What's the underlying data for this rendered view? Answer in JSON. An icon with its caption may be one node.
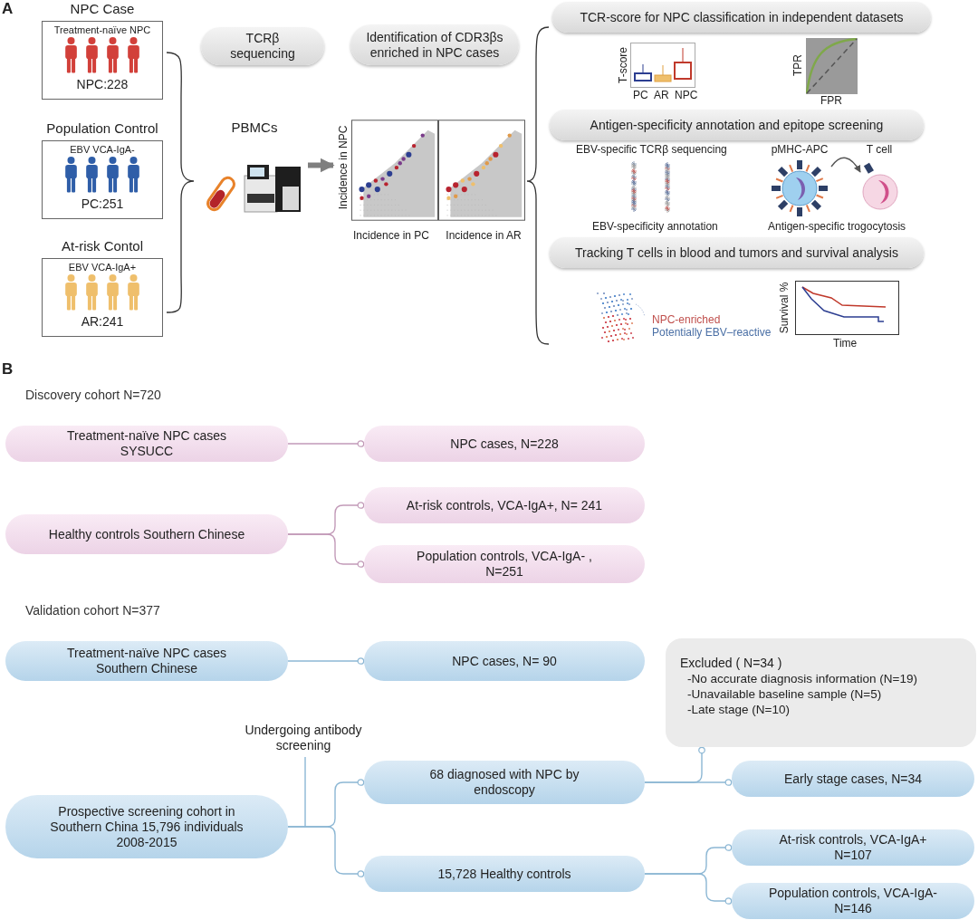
{
  "diagram": {
    "nodes": [
      {
        "text": [
          "NPC Case",
          "Treatment-naïve NPC",
          "NPC:228"
        ]
      },
      {
        "text": [
          "Population Control",
          "EBV VCA-IgA-",
          "PC:251"
        ]
      },
      {
        "text": [
          "At-risk Contol",
          "EBV VCA-IgA+",
          "AR:241"
        ]
      },
      {
        "text": [
          "TCRβ sequencing"
        ]
      },
      {
        "text": [
          "Identification of CDR3βs enriched in NPC cases"
        ]
      },
      {
        "text": [
          "PBMCs"
        ]
      },
      {
        "text": [
          "Incidence in NPC",
          "Incidence in PC",
          "Incidence in AR"
        ]
      },
      {
        "text": [
          "TCR-score for NPC classification in independent datasets"
        ]
      },
      {
        "text": [
          "Antigen-specificity annotation and epitope screening"
        ]
      },
      {
        "text": [
          "Tracking T cells in blood and tumors and survival analysis"
        ]
      },
      {
        "text": [
          "pMHC-APC"
        ]
      },
      {
        "text": [
          "T cell"
        ]
      },
      {
        "text": [
          "Treatment-naïve NPC cases SYSUCC"
        ]
      },
      {
        "text": [
          "NPC cases, N=228"
        ]
      },
      {
        "text": [
          "Healthy controls Southern Chinese"
        ]
      },
      {
        "text": [
          "At-risk controls, VCA-IgA+, N= 241"
        ]
      },
      {
        "text": [
          "Population controls, VCA-IgA- , N=251"
        ]
      },
      {
        "text": [
          "Treatment-naïve NPC cases Southern Chinese"
        ]
      },
      {
        "text": [
          "NPC cases, N= 90"
        ]
      },
      {
        "text": [
          "Excluded ( N=34 )",
          "-No accurate diagnosis information (N=19)",
          "-Unavailable baseline sample (N=5)",
          "-Late stage (N=10)"
        ]
      },
      {
        "text": [
          "Prospective screening cohort in Southern China 15,796 individuals 2008-2015"
        ]
      },
      {
        "text": [
          "68 diagnosed with NPC by endoscopy"
        ]
      },
      {
        "text": [
          "Early stage cases, N=34"
        ]
      },
      {
        "text": [
          "15,728 Healthy controls"
        ]
      },
      {
        "text": [
          "At-risk controls, VCA-IgA+ N=107"
        ]
      },
      {
        "text": [
          "Population controls, VCA-IgA- N=146"
        ]
      },
      {
        "text": [
          "Undergoing antibody screening"
        ]
      }
    ],
    "edges": [
      {
        "from": 5,
        "to": 6,
        "arrow": "to",
        "style": "thick",
        "color": "#7f7f7f"
      },
      {
        "from": 10,
        "to": 11,
        "arrow": "to",
        "color": "#555555"
      },
      {
        "from": 12,
        "to": 13,
        "arrow": "other",
        "color": "#c29ab8"
      },
      {
        "from": 14,
        "to": 15,
        "arrow": "other",
        "color": "#c29ab8"
      },
      {
        "from": 14,
        "to": 16,
        "arrow": "other",
        "color": "#c29ab8"
      },
      {
        "from": 17,
        "to": 18,
        "arrow": "other"
      },
      {
        "from": 20,
        "to": 21,
        "arrow": "other"
      },
      {
        "from": 20,
        "to": 23,
        "arrow": "other"
      },
      {
        "from": 21,
        "to": 22,
        "arrow": "other"
      },
      {
        "from": 21,
        "to": 19,
        "arrow": "other"
      },
      {
        "from": 23,
        "to": 24,
        "arrow": "other"
      },
      {
        "from": 23,
        "to": 25,
        "arrow": "other"
      },
      {
        "from": 26,
        "to": null,
        "arrow": "none"
      }
    ],
    "labels": [
      "A",
      "T-score",
      "PC",
      "AR",
      "NPC",
      "TPR",
      "FPR",
      "EBV-specific TCRβ sequencing",
      "EBV-specificity annotation",
      "Antigen-specific trogocytosis",
      "NPC-enriched",
      "Potentially EBV–reactive",
      "Survival %",
      "Time",
      "B",
      "Discovery cohort N=720",
      "Validation cohort N=377"
    ]
  }
}
